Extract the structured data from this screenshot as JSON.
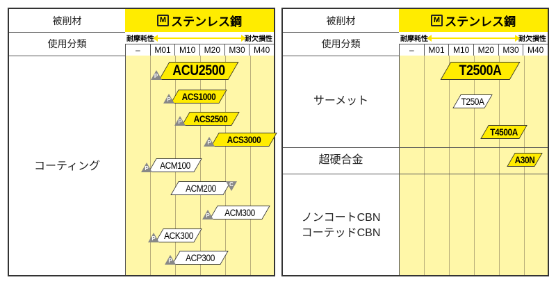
{
  "panels": [
    {
      "material_label": "被削材",
      "material": "ステンレス鋼",
      "material_code": "M",
      "class_label": "使用分類",
      "wear": "耐摩耗性",
      "chip": "耐欠損性",
      "codes": [
        "–",
        "M01",
        "M10",
        "M20",
        "M30",
        "M40"
      ],
      "rows": [
        {
          "label": "コーティング"
        }
      ],
      "grades": [
        {
          "name": "ACU2500",
          "style": "yellow",
          "badge": "P"
        },
        {
          "name": "ACS1000",
          "style": "yellow",
          "badge": "P"
        },
        {
          "name": "ACS2500",
          "style": "yellow",
          "badge": "P"
        },
        {
          "name": "ACS3000",
          "style": "yellow",
          "badge": "P"
        },
        {
          "name": "ACM100",
          "style": "white",
          "badge": "P"
        },
        {
          "name": "ACM200",
          "style": "white",
          "badge": "C"
        },
        {
          "name": "ACM300",
          "style": "white",
          "badge": "P"
        },
        {
          "name": "ACK300",
          "style": "white",
          "badge": "P"
        },
        {
          "name": "ACP300",
          "style": "white",
          "badge": "P"
        }
      ]
    },
    {
      "material_label": "被削材",
      "material": "ステンレス鋼",
      "material_code": "M",
      "class_label": "使用分類",
      "wear": "耐摩耗性",
      "chip": "耐欠損性",
      "codes": [
        "–",
        "M01",
        "M10",
        "M20",
        "M30",
        "M40"
      ],
      "rows": [
        {
          "label": "サーメット"
        },
        {
          "label": "超硬合金"
        },
        {
          "label": "ノンコートCBN\nコーテッドCBN"
        }
      ],
      "grades": [
        {
          "name": "T2500A",
          "style": "yellow",
          "badge": ""
        },
        {
          "name": "T250A",
          "style": "white",
          "badge": ""
        },
        {
          "name": "T4500A",
          "style": "yellow",
          "badge": ""
        },
        {
          "name": "A30N",
          "style": "yellow",
          "badge": ""
        }
      ]
    }
  ]
}
